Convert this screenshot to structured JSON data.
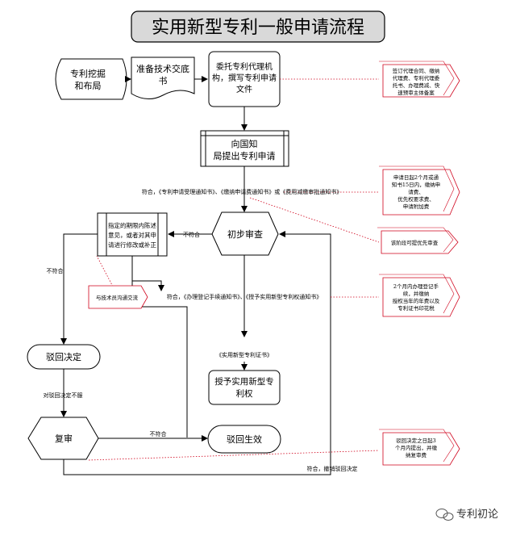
{
  "title": "实用新型专利一般申请流程",
  "nodes": {
    "mining": [
      "专利挖掘",
      "和布局"
    ],
    "prepare": [
      "准备技术交底",
      "书"
    ],
    "entrust": [
      "委托专利代理机",
      "构，撰写专利申请",
      "文件"
    ],
    "submit": [
      "向国知",
      "局提出专利申请"
    ],
    "prelim": "初步审查",
    "correct": [
      "指定的期限内陈述",
      "意见，或者对其申",
      "请进行修改或补正"
    ],
    "reject": "驳回决定",
    "reexam": "复审",
    "reject_effective": "驳回生效",
    "grant": [
      "授予实用新型专",
      "利权"
    ]
  },
  "notes": {
    "note1": [
      "签订代理合同、缴纳",
      "代理费、专利代理委",
      "托书、办理费减、快",
      "速预审主体备案"
    ],
    "note2": [
      "申请日起2个月或通",
      "知书15日内，缴纳申",
      "请费、",
      "优先权要求费、",
      "申请附加费"
    ],
    "note3": "该阶段可提优先审查",
    "note4": [
      "2个月内办理登记手",
      "续，并缴纳",
      "授权当年的年费以及",
      "专利证书印花税"
    ],
    "note5": [
      "驳回决定之日起3",
      "个月内提出，并缴",
      "纳复审费"
    ],
    "note6": "与技术员沟通交流"
  },
  "edges": {
    "accept_notices": "符合，《专利申请受理通知书》、《缴纳申请费通知书》或《费用减缴审批通知书》",
    "not_conform_left": "不符合",
    "not_conform_down": "不符合",
    "register_notices": "符合，《办理登记手续通知书》、《授予实用新型专利权通知书》",
    "certificate": "《实用新型专利证书》",
    "dissatisfied": "对驳回决定不服",
    "reexam_not_conform": "不符合",
    "revoke": "符合，撤销驳回决定"
  },
  "watermark": "专利初论",
  "colors": {
    "note_border": "#d0021b",
    "line": "#000000",
    "title_bg": "#d9d9d9"
  }
}
